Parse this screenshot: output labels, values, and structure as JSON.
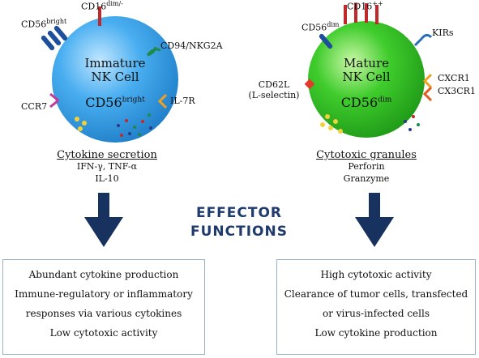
{
  "left_cell": {
    "name_line1": "Immature",
    "name_line2": "NK Cell",
    "marker": "CD56",
    "marker_sup": "bright",
    "color": "#3aa1e0",
    "receptors": {
      "cd16": "CD16",
      "cd16_sup": "dim/-",
      "cd56": "CD56",
      "cd56_sup": "bright",
      "cd94": "CD94/NKG2A",
      "ccr7": "CCR7",
      "il7r": "IL-7R"
    },
    "function_heading": "Cytokine secretion",
    "function_items": [
      "IFN-γ, TNF-α",
      "IL-10"
    ]
  },
  "right_cell": {
    "name_line1": "Mature",
    "name_line2": "NK Cell",
    "marker": "CD56",
    "marker_sup": "dim",
    "color": "#3bbf2a",
    "receptors": {
      "cd16": "CD16",
      "cd16_sup": "++",
      "cd56": "CD56",
      "cd56_sup": "dim",
      "kirs": "KIRs",
      "cd62l_line1": "CD62L",
      "cd62l_line2": "(L-selectin)",
      "cxcr1": "CXCR1",
      "cx3cr1": "CX3CR1"
    },
    "function_heading": "Cytotoxic granules",
    "function_items": [
      "Perforin",
      "Granzyme"
    ]
  },
  "effector": {
    "line1": "EFFECTOR",
    "line2": "FUNCTIONS",
    "arrow_color": "#17325f"
  },
  "left_box": [
    "Abundant cytokine production",
    "Immune-regulatory or inflammatory",
    "responses via various cytokines",
    "Low cytotoxic activity"
  ],
  "right_box": [
    "High cytotoxic activity",
    "Clearance of tumor cells, transfected",
    "or virus-infected cells",
    "Low cytokine production"
  ]
}
